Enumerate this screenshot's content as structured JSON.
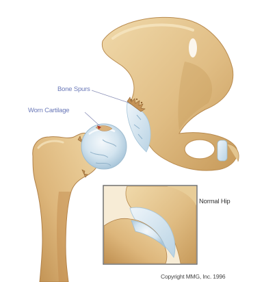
{
  "labels": {
    "bone_spurs": "Bone Spurs",
    "worn_cartilage": "Worn Cartilage",
    "normal_hip": "Normal Hip",
    "copyright": "Copyright MMG, Inc. 1996"
  },
  "colors": {
    "bone": "#e2c48e",
    "bone_shadow": "#c79a5a",
    "cartilage": "#cfe2ef",
    "label_blue": "#6a78b8",
    "leader_red": "#b03a2a",
    "inset_border": "#666666"
  }
}
